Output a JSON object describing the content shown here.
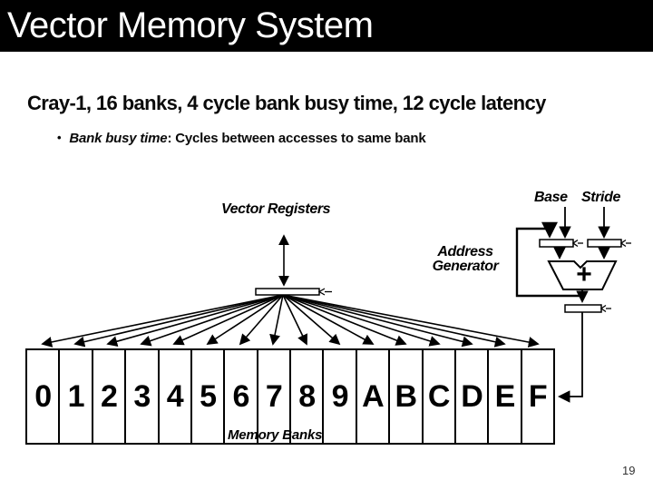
{
  "slide": {
    "title": "Vector Memory System",
    "page_number": "19"
  },
  "content": {
    "heading": "Cray-1, 16 banks, 4 cycle bank busy time, 12 cycle latency",
    "bullet": {
      "marker": "•",
      "term": "Bank busy time",
      "rest": ": Cycles between accesses to same bank"
    }
  },
  "diagram": {
    "vector_registers_label": "Vector Registers",
    "address_generator_label": {
      "line1": "Address",
      "line2": "Generator"
    },
    "base_label": "Base",
    "stride_label": "Stride",
    "adder_symbol": "+",
    "memory_banks_label": "Memory Banks",
    "banks": [
      "0",
      "1",
      "2",
      "3",
      "4",
      "5",
      "6",
      "7",
      "8",
      "9",
      "A",
      "B",
      "C",
      "D",
      "E",
      "F"
    ]
  },
  "colors": {
    "background": "#ffffff",
    "title_bar_bg": "#000000",
    "title_text": "#ffffff",
    "text": "#000000",
    "line": "#000000"
  }
}
